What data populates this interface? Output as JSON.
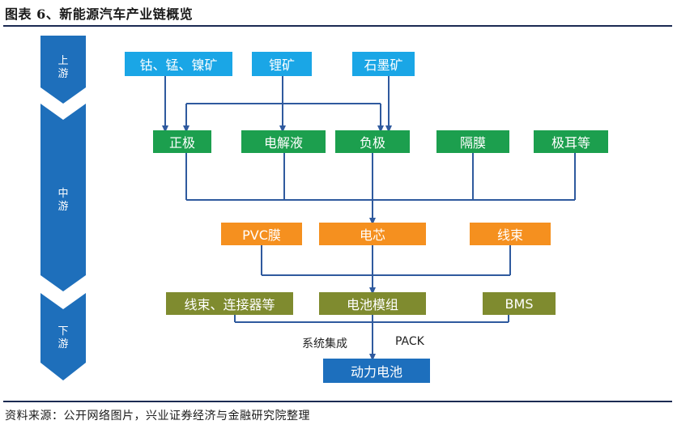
{
  "title": "图表 6、新能源汽车产业链概览",
  "source": "资料来源：公开网络图片，兴业证券经济与金融研究院整理",
  "stages": [
    {
      "chars": [
        "上",
        "游"
      ]
    },
    {
      "chars": [
        "中",
        "游"
      ]
    },
    {
      "chars": [
        "下",
        "游"
      ]
    }
  ],
  "upstream": {
    "materials": [
      "钴、锰、镍矿",
      "锂矿",
      "石墨矿"
    ]
  },
  "midstream": {
    "components": [
      "正极",
      "电解液",
      "负极",
      "隔膜",
      "极耳等"
    ],
    "cell_parts": [
      "PVC膜",
      "电芯",
      "线束"
    ]
  },
  "downstream": {
    "modules": [
      "线束、连接器等",
      "电池模组",
      "BMS"
    ],
    "edge_labels": [
      "系统集成",
      "PACK"
    ],
    "final": "动力电池"
  },
  "colors": {
    "stage_arrow": "#1e6fbb",
    "line": "#2f5a9e",
    "upstream_box": "#1aa6e6",
    "component_box": "#1c9f4e",
    "cell_box": "#f5901f",
    "module_box": "#7f8b2f",
    "final_box": "#1d6fbd"
  }
}
